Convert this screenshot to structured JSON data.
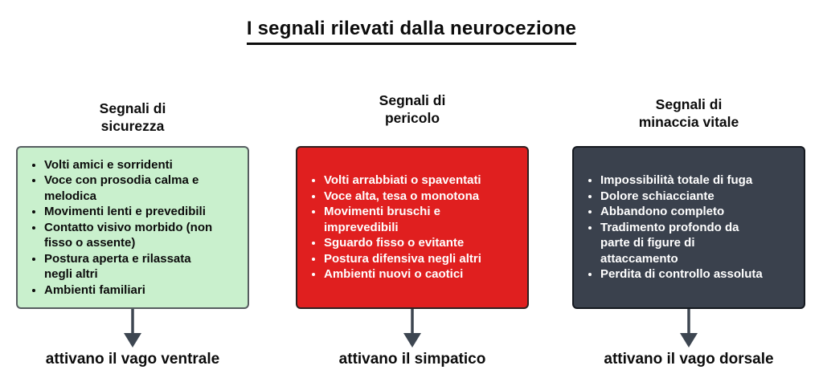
{
  "title": "I segnali rilevati dalla neurocezione",
  "colors": {
    "safety_bg": "#c9f0cd",
    "danger_bg": "#e01f1f",
    "threat_bg": "#3a414d",
    "arrow": "#3d4651",
    "text_dark": "#0c0c0c",
    "text_light": "#ffffff"
  },
  "columns": [
    {
      "id": "safety",
      "header": "Segnali di\nsicurezza",
      "bullets": [
        "Volti amici e sorridenti",
        "Voce con prosodia calma e\nmelodica",
        "Movimenti lenti e prevedibili",
        "Contatto visivo morbido (non\nfisso o assente)",
        "Postura aperta e rilassata\nnegli altri",
        "Ambienti familiari"
      ],
      "footer": "attivano il vago ventrale"
    },
    {
      "id": "danger",
      "header": "Segnali di\npericolo",
      "bullets": [
        "Volti arrabbiati o spaventati",
        "Voce alta, tesa o monotona",
        "Movimenti bruschi e\nimprevedibili",
        "Sguardo fisso o evitante",
        "Postura difensiva negli altri",
        "Ambienti nuovi o caotici"
      ],
      "footer": "attivano il simpatico"
    },
    {
      "id": "threat",
      "header": "Segnali di\nminaccia vitale",
      "bullets": [
        "Impossibilità totale di fuga",
        "Dolore schiacciante",
        "Abbandono completo",
        "Tradimento profondo da\nparte di figure di\nattaccamento",
        "Perdita di controllo assoluta"
      ],
      "footer": "attivano il vago dorsale"
    }
  ]
}
